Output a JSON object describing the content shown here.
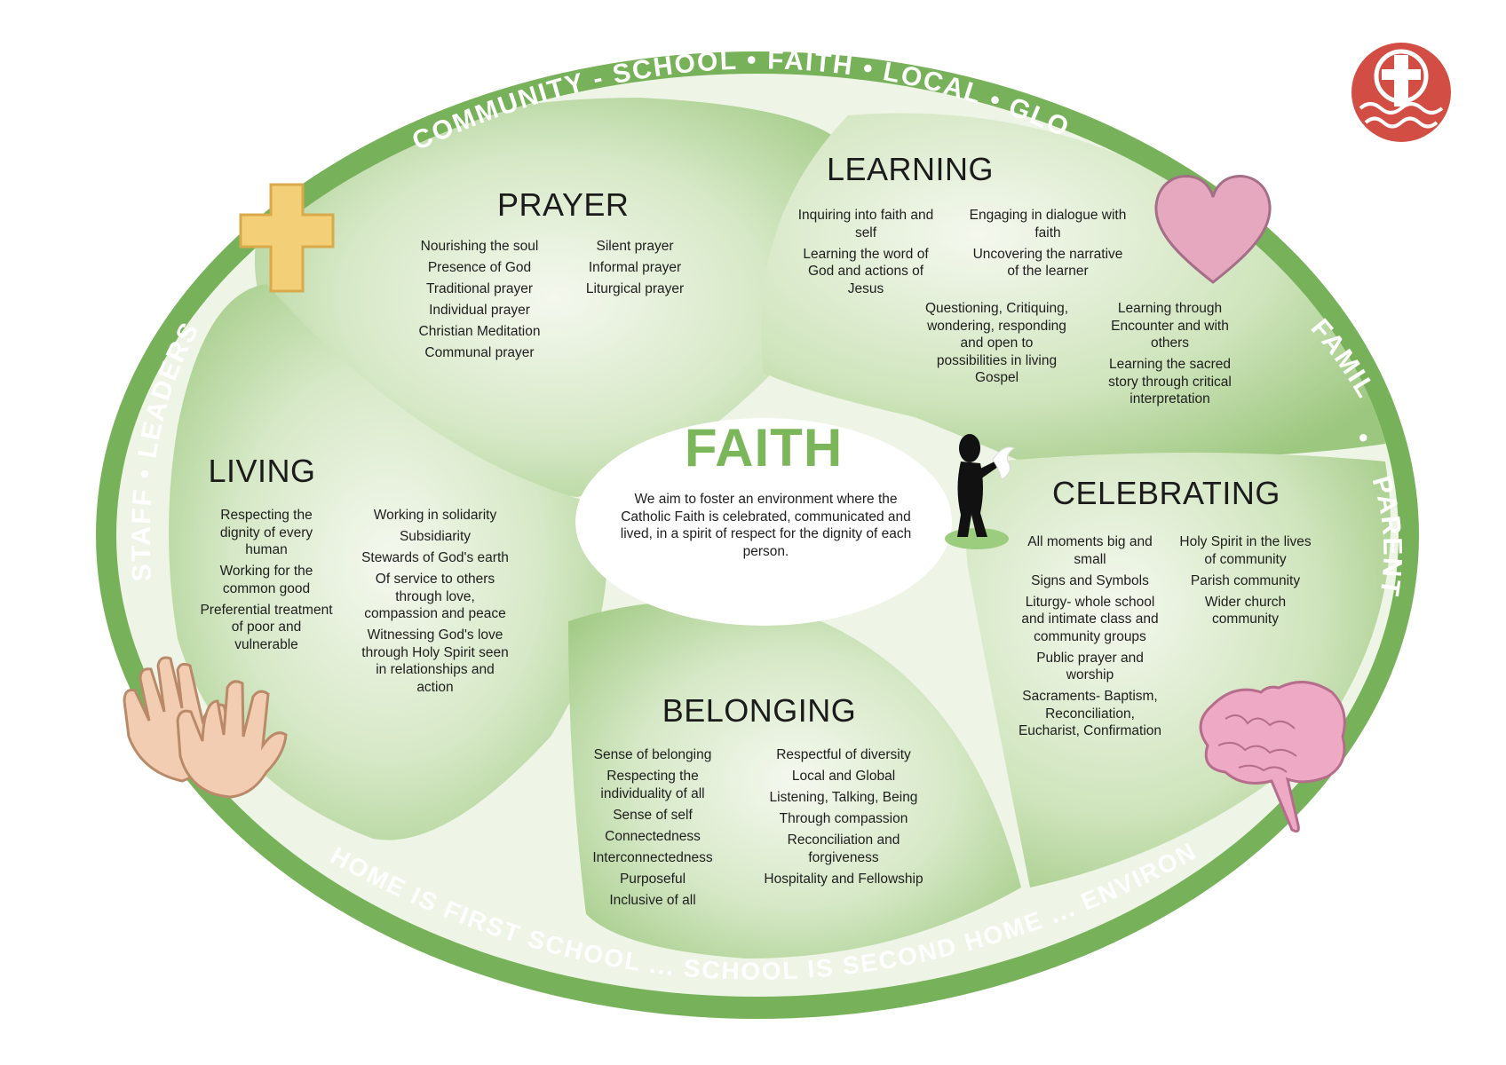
{
  "ring": {
    "top": "COMMUNITY - SCHOOL • FAITH • LOCAL • GLOBAL",
    "left": "STAFF • LEADERS",
    "right_upper": "FAMILY",
    "right_dot": "•",
    "right_lower": "PARENTS",
    "bottom": "HOME IS FIRST SCHOOL ... SCHOOL IS SECOND HOME ... ENVIRONMENT IS THIRD TEACHER"
  },
  "center": {
    "title": "FAITH",
    "text": "We aim to foster an environment where the Catholic Faith is celebrated, communicated and lived, in a spirit of respect for the dignity of each person."
  },
  "sections": {
    "prayer": {
      "title": "PRAYER",
      "col1": [
        "Nourishing the soul",
        "Presence of God",
        "Traditional prayer",
        "Individual prayer",
        "Christian Meditation",
        "Communal prayer"
      ],
      "col2": [
        "Silent prayer",
        "Informal prayer",
        "Liturgical prayer"
      ]
    },
    "learning": {
      "title": "LEARNING",
      "col1": [
        "Inquiring into faith and self",
        "Learning the word of God and actions of Jesus"
      ],
      "col2": [
        "Engaging in dialogue with faith",
        "Uncovering the narrative of the learner"
      ],
      "col3": [
        "Questioning, Critiquing, wondering, responding and open to possibilities in living Gospel"
      ],
      "col4": [
        "Learning  through Encounter and with others",
        "Learning the sacred story through critical interpretation"
      ]
    },
    "living": {
      "title": "LIVING",
      "col1": [
        "Respecting the dignity of every human",
        "Working for the common good",
        "Preferential treatment of poor and vulnerable"
      ],
      "col2": [
        "Working in solidarity",
        "Subsidiarity",
        "Stewards of God's earth",
        "Of service to others through love, compassion and peace",
        "Witnessing God's love through Holy Spirit seen in relationships and action"
      ]
    },
    "celebrating": {
      "title": "CELEBRATING",
      "col1": [
        "All moments big and small",
        "Signs and Symbols",
        "Liturgy- whole school and intimate class and community groups",
        "Public prayer and worship",
        "Sacraments- Baptism, Reconciliation, Eucharist, Confirmation"
      ],
      "col2": [
        "Holy Spirit in the lives of community",
        "Parish community",
        "Wider church community"
      ]
    },
    "belonging": {
      "title": "BELONGING",
      "col1": [
        "Sense of belonging",
        "Respecting the individuality of all",
        "Sense of self",
        "Connectedness",
        "Interconnectedness",
        "Purposeful",
        "Inclusive of all"
      ],
      "col2": [
        "Respectful of diversity",
        "Local and Global",
        "Listening, Talking, Being",
        "Through compassion",
        "Reconciliation and forgiveness",
        "Hospitality and Fellowship"
      ]
    }
  },
  "icons": [
    "cross-icon",
    "heart-icon",
    "hands-icon",
    "brain-icon",
    "figure-with-dove-icon",
    "school-logo-icon"
  ],
  "colors": {
    "ring": "#77b25a",
    "petal_dark": "#a9d08f",
    "petal_light": "#eef5e6",
    "faith_title": "#7cb65a",
    "cross": "#f3cf78",
    "heart": "#e6a8bf",
    "logo": "#d24e44",
    "brain": "#eeaac4",
    "hands": "#f2cdb2"
  }
}
